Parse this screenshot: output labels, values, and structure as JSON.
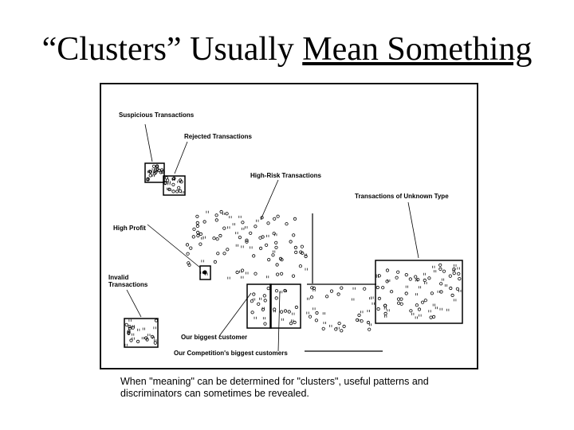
{
  "slide": {
    "title_prefix": "“Clusters” Usually ",
    "title_underlined": "Mean Something",
    "caption": "When \"meaning\" can be determined for \"clusters\", useful patterns and discriminators can sometimes be revealed."
  },
  "figure_labels": {
    "suspicious": "Suspicious Transactions",
    "rejected": "Rejected Transactions",
    "high_risk": "High-Risk Transactions",
    "unknown_type": "Transactions of Unknown Type",
    "high_profit": "High Profit",
    "invalid_line1": "Invalid",
    "invalid_line2": "Transactions",
    "biggest_customer": "Our biggest customer",
    "competition": "Our Competition's biggest customers"
  }
}
